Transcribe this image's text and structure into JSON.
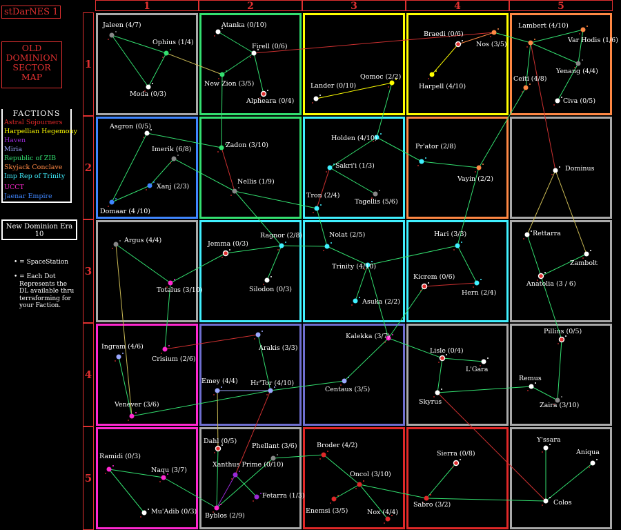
{
  "title": "stDarNES 1",
  "map_title": [
    "OLD",
    "DOMINION",
    "SECTOR",
    "MAP"
  ],
  "factions": {
    "header": "FACTIONS",
    "items": [
      {
        "name": "Astral Sojourners",
        "color": "#e02828"
      },
      {
        "name": "Harpellian Hegemony",
        "color": "#ffff00"
      },
      {
        "name": "Haven",
        "color": "#9a2ad8"
      },
      {
        "name": "Miria",
        "color": "#9ba8ff"
      },
      {
        "name": "Republic of ZIB",
        "color": "#33e070"
      },
      {
        "name": "Skyjack Conclave",
        "color": "#ff8844"
      },
      {
        "name": "Imp Rep of Trinity",
        "color": "#40f0ff"
      },
      {
        "name": "UCCT",
        "color": "#ff28d0"
      },
      {
        "name": "Jaenar Empire",
        "color": "#3f86ff"
      }
    ]
  },
  "era": {
    "label": "New Dominion Era",
    "value": "10"
  },
  "legend": {
    "spacestation": "= SpaceStation",
    "dot_lines": [
      "= Each Dot",
      "Represents the",
      "DL available thru",
      "terraforming for",
      "your Faction."
    ]
  },
  "columns": [
    "1",
    "2",
    "3",
    "4",
    "5"
  ],
  "rows": [
    "1",
    "2",
    "3",
    "4",
    "5"
  ],
  "sector_borders": [
    [
      "#aaaaaa",
      "#33e070",
      "#ffff00",
      "#ffff00",
      "#ff8844"
    ],
    [
      "#3f86ff",
      "#33e070",
      "#40f0ff",
      "#ff8844",
      "#aaaaaa"
    ],
    [
      "#aaaaaa",
      "#40f0ff",
      "#40f0ff",
      "#40f0ff",
      "#aaaaaa"
    ],
    [
      "#ff28d0",
      "#6f6fd0",
      "#6f6fd0",
      "#aaaaaa",
      "#aaaaaa"
    ],
    [
      "#ff28d0",
      "#aaaaaa",
      "#e02828",
      "#e02828",
      "#aaaaaa"
    ]
  ],
  "systems": [
    {
      "name": "Jaleen",
      "label": "Jaleen  (4/7)",
      "color": "#888888"
    },
    {
      "name": "Ophius",
      "label": "Ophius (1/4)",
      "color": "#33e070"
    },
    {
      "name": "Moda",
      "label": "Moda  (0/3)",
      "color": "#ffffff"
    },
    {
      "name": "Atanka",
      "label": "Atanka (0/10)",
      "color": "#ffffff"
    },
    {
      "name": "Firell",
      "label": "Firell (0/6)",
      "color": "#ffffff"
    },
    {
      "name": "New Zion",
      "label": "New Zion (3/5)",
      "color": "#33e070"
    },
    {
      "name": "Alpheara",
      "label": "Alpheara (0/4)",
      "color": "#ffffff"
    },
    {
      "name": "Lander",
      "label": "Lander (0/10)",
      "color": "#ffffff"
    },
    {
      "name": "Qomoc",
      "label": "Qomoc (2/2)",
      "color": "#ffff00"
    },
    {
      "name": "Braedi",
      "label": "Braedi (0/6)",
      "color": "#ffffff"
    },
    {
      "name": "Nos",
      "label": "Nos (3/5)",
      "color": "#ff8844"
    },
    {
      "name": "Harpell",
      "label": "Harpell (4/10)",
      "color": "#ffff00"
    },
    {
      "name": "Lambert",
      "label": "Lambert (4/10)",
      "color": "#ff8844"
    },
    {
      "name": "Var Hodis",
      "label": "Var Hodis (1/6)",
      "color": "#ff8844"
    },
    {
      "name": "Yenang",
      "label": "Yenang (4/4)",
      "color": "#888888"
    },
    {
      "name": "Ceiti",
      "label": "Ceiti (4/8)",
      "color": "#ff8844"
    },
    {
      "name": "Civa",
      "label": "Civa (0/5)",
      "color": "#ffffff"
    },
    {
      "name": "Asgron",
      "label": "Asgron (0/5)",
      "color": "#ffffff"
    },
    {
      "name": "Imerik",
      "label": "Imerik (6/8)",
      "color": "#888888"
    },
    {
      "name": "Xanj",
      "label": "Xanj (2/3)",
      "color": "#3f86ff"
    },
    {
      "name": "Domaar",
      "label": "Domaar (4 /10)",
      "color": "#3f86ff"
    },
    {
      "name": "Zadon",
      "label": "Zadon (3/10)",
      "color": "#33e070"
    },
    {
      "name": "Nellis",
      "label": "Nellis (1/9)",
      "color": "#888888"
    },
    {
      "name": "Holden",
      "label": "Holden (4/10)",
      "color": "#40f0ff"
    },
    {
      "name": "Sakri'i",
      "label": "Sakri'i  (1/3)",
      "color": "#40f0ff"
    },
    {
      "name": "Tron",
      "label": "Tron (2/4)",
      "color": "#40f0ff"
    },
    {
      "name": "Tagellis",
      "label": "Tagellis (5/6)",
      "color": "#888888"
    },
    {
      "name": "Prator",
      "label": "Pr'ator  (2/8)",
      "color": "#40f0ff"
    },
    {
      "name": "Vayin",
      "label": "Vayin  (2/2)",
      "color": "#ff8844"
    },
    {
      "name": "Dominus",
      "label": "Dominus",
      "color": "#ffffff"
    },
    {
      "name": "Argus",
      "label": "Argus  (4/4)",
      "color": "#888888"
    },
    {
      "name": "Totalus",
      "label": "Totalus (3/10)",
      "color": "#ff28d0"
    },
    {
      "name": "Jemma",
      "label": "Jemma (0/3)",
      "color": "#ffffff"
    },
    {
      "name": "Ragnor",
      "label": "Ragnor (2/8)",
      "color": "#40f0ff"
    },
    {
      "name": "Silodon",
      "label": "Silodon (0/3)",
      "color": "#ffffff"
    },
    {
      "name": "Nolat",
      "label": "Nolat (2/5)",
      "color": "#40f0ff"
    },
    {
      "name": "Trinity",
      "label": "Trinity (4/10)",
      "color": "#40f0ff"
    },
    {
      "name": "Asuka",
      "label": "Asuka (2/2)",
      "color": "#40f0ff"
    },
    {
      "name": "Hari",
      "label": "Hari (3/3)",
      "color": "#40f0ff"
    },
    {
      "name": "Kicrem",
      "label": "Kicrem (0/6)",
      "color": "#ffffff"
    },
    {
      "name": "Hern",
      "label": "Hern (2/4)",
      "color": "#40f0ff"
    },
    {
      "name": "Rettarra",
      "label": "Rettarra",
      "color": "#ffffff"
    },
    {
      "name": "Zambolt",
      "label": "Zambolt",
      "color": "#ffffff"
    },
    {
      "name": "Anatolia",
      "label": "Anatolia (3 / 6)",
      "color": "#ffffff"
    },
    {
      "name": "Ingram",
      "label": "Ingram (4/6)",
      "color": "#9ba8ff"
    },
    {
      "name": "Crisium",
      "label": "Crisium (2/6)",
      "color": "#ff28d0"
    },
    {
      "name": "Venever",
      "label": "Venever (3/6)",
      "color": "#ff28d0"
    },
    {
      "name": "Arakis",
      "label": "Arakis (3/3)",
      "color": "#9ba8ff"
    },
    {
      "name": "Emey",
      "label": "Emey (4/4)",
      "color": "#9ba8ff"
    },
    {
      "name": "Hr'Tor",
      "label": "Hr'Tor (4/10)",
      "color": "#9ba8ff"
    },
    {
      "name": "Kalekka",
      "label": "Kalekka (3/7)",
      "color": "#ff28d0"
    },
    {
      "name": "Centaus",
      "label": "Centaus (3/5)",
      "color": "#9ba8ff"
    },
    {
      "name": "Lisle",
      "label": "Lisle  (0/4)",
      "color": "#ffffff"
    },
    {
      "name": "L'Gara",
      "label": "L'Gara",
      "color": "#ffffff"
    },
    {
      "name": "Skyrus",
      "label": "Skyrus",
      "color": "#ffffff"
    },
    {
      "name": "Pillius",
      "label": "Pillius (0/5)",
      "color": "#ffffff"
    },
    {
      "name": "Remus",
      "label": "Remus",
      "color": "#ffffff"
    },
    {
      "name": "Zaira",
      "label": "Zaira (3/10)",
      "color": "#888888"
    },
    {
      "name": "Ramidi",
      "label": "Ramidi (0/3)",
      "color": "#ff28d0"
    },
    {
      "name": "Naqu",
      "label": "Naqu  (3/7)",
      "color": "#ff28d0"
    },
    {
      "name": "Mu'Adib",
      "label": "Mu'Adib (0/3)",
      "color": "#ffffff"
    },
    {
      "name": "Dahl",
      "label": "Dahl (0/5)",
      "color": "#ffffff"
    },
    {
      "name": "Xanthus Prime",
      "label": "Xanthus Prime (0/10)",
      "color": "#9a2ad8"
    },
    {
      "name": "Phellant",
      "label": "Phellant (3/6)",
      "color": "#888888"
    },
    {
      "name": "Fetarra",
      "label": "Fetarra (1/3)",
      "color": "#9a2ad8"
    },
    {
      "name": "Byblos",
      "label": "Byblos (2/9)",
      "color": "#ff28d0"
    },
    {
      "name": "Broder",
      "label": "Broder (4/2)",
      "color": "#e02828"
    },
    {
      "name": "Oncol",
      "label": "Oncol (3/10)",
      "color": "#e02828"
    },
    {
      "name": "Enemsi",
      "label": "Enemsi (3/5)",
      "color": "#e02828"
    },
    {
      "name": "Nox",
      "label": "Nox (4/4)",
      "color": "#e02828"
    },
    {
      "name": "Sierra",
      "label": "Sierra (0/8)",
      "color": "#ffffff"
    },
    {
      "name": "Sabro",
      "label": "Sabro (3/2)",
      "color": "#e02828"
    },
    {
      "name": "Y'ssara",
      "label": "Y'ssara",
      "color": "#ffffff"
    },
    {
      "name": "Aniqua",
      "label": "Aniqua",
      "color": "#ffffff"
    },
    {
      "name": "Colos",
      "label": "Colos",
      "color": "#ffffff"
    }
  ],
  "links": [
    {
      "a": "Jaleen",
      "b": "Ophius",
      "color": "#33e070"
    },
    {
      "a": "Jaleen",
      "b": "Moda",
      "color": "#33e070"
    },
    {
      "a": "Ophius",
      "b": "Moda",
      "color": "#33e070"
    },
    {
      "a": "Ophius",
      "b": "New Zion",
      "color": "#ccbb55"
    },
    {
      "a": "Atanka",
      "b": "Firell",
      "color": "#33e070"
    },
    {
      "a": "Firell",
      "b": "New Zion",
      "color": "#33e070"
    },
    {
      "a": "Firell",
      "b": "Alpheara",
      "color": "#33e070"
    },
    {
      "a": "Firell",
      "b": "Nos",
      "color": "#cc3030"
    },
    {
      "a": "New Zion",
      "b": "Zadon",
      "color": "#33e070"
    },
    {
      "a": "Lander",
      "b": "Qomoc",
      "color": "#ffff00"
    },
    {
      "a": "Qomoc",
      "b": "Holden",
      "color": "#33e070"
    },
    {
      "a": "Braedi",
      "b": "Harpell",
      "color": "#ffff00"
    },
    {
      "a": "Braedi",
      "b": "Nos",
      "color": "#ff8844"
    },
    {
      "a": "Nos",
      "b": "Lambert",
      "color": "#33e070"
    },
    {
      "a": "Lambert",
      "b": "Var Hodis",
      "color": "#33e070"
    },
    {
      "a": "Lambert",
      "b": "Yenang",
      "color": "#33e070"
    },
    {
      "a": "Lambert",
      "b": "Ceiti",
      "color": "#33e070"
    },
    {
      "a": "Lambert",
      "b": "Dominus",
      "color": "#cc3030"
    },
    {
      "a": "Ceiti",
      "b": "Vayin",
      "color": "#33e070"
    },
    {
      "a": "Yenang",
      "b": "Civa",
      "color": "#33e070"
    },
    {
      "a": "Var Hodis",
      "b": "Yenang",
      "color": "#33e070"
    },
    {
      "a": "Asgron",
      "b": "Domaar",
      "color": "#33e070"
    },
    {
      "a": "Asgron",
      "b": "Zadon",
      "color": "#33e070"
    },
    {
      "a": "Imerik",
      "b": "Xanj",
      "color": "#33e070"
    },
    {
      "a": "Imerik",
      "b": "Nellis",
      "color": "#33e070"
    },
    {
      "a": "Xanj",
      "b": "Domaar",
      "color": "#33e070"
    },
    {
      "a": "Zadon",
      "b": "Nellis",
      "color": "#cc3030"
    },
    {
      "a": "Nellis",
      "b": "Tron",
      "color": "#33e070"
    },
    {
      "a": "Nellis",
      "b": "Ragnor",
      "color": "#33e070"
    },
    {
      "a": "Holden",
      "b": "Sakri'i",
      "color": "#33e070"
    },
    {
      "a": "Holden",
      "b": "Prator",
      "color": "#33e070"
    },
    {
      "a": "Sakri'i",
      "b": "Tagellis",
      "color": "#33e070"
    },
    {
      "a": "Sakri'i",
      "b": "Tron",
      "color": "#cc3030"
    },
    {
      "a": "Tron",
      "b": "Nolat",
      "color": "#33e070"
    },
    {
      "a": "Prator",
      "b": "Vayin",
      "color": "#33e070"
    },
    {
      "a": "Vayin",
      "b": "Hari",
      "color": "#33e070"
    },
    {
      "a": "Dominus",
      "b": "Rettarra",
      "color": "#ccbb55"
    },
    {
      "a": "Dominus",
      "b": "Zambolt",
      "color": "#ccbb55"
    },
    {
      "a": "Argus",
      "b": "Totalus",
      "color": "#33e070"
    },
    {
      "a": "Argus",
      "b": "Venever",
      "color": "#ccbb55"
    },
    {
      "a": "Totalus",
      "b": "Jemma",
      "color": "#33e070"
    },
    {
      "a": "Totalus",
      "b": "Crisium",
      "color": "#33e070"
    },
    {
      "a": "Jemma",
      "b": "Ragnor",
      "color": "#33e070"
    },
    {
      "a": "Ragnor",
      "b": "Silodon",
      "color": "#33e070"
    },
    {
      "a": "Ragnor",
      "b": "Nolat",
      "color": "#33e070"
    },
    {
      "a": "Nolat",
      "b": "Trinity",
      "color": "#33e070"
    },
    {
      "a": "Trinity",
      "b": "Asuka",
      "color": "#33e070"
    },
    {
      "a": "Trinity",
      "b": "Hari",
      "color": "#33e070"
    },
    {
      "a": "Trinity",
      "b": "Kalekka",
      "color": "#33e070"
    },
    {
      "a": "Hari",
      "b": "Hern",
      "color": "#33e070"
    },
    {
      "a": "Kicrem",
      "b": "Hern",
      "color": "#cc3030"
    },
    {
      "a": "Kicrem",
      "b": "Kalekka",
      "color": "#33e070"
    },
    {
      "a": "Rettarra",
      "b": "Anatolia",
      "color": "#33e070"
    },
    {
      "a": "Zambolt",
      "b": "Anatolia",
      "color": "#33e070"
    },
    {
      "a": "Anatolia",
      "b": "Pillius",
      "color": "#33e070"
    },
    {
      "a": "Ingram",
      "b": "Venever",
      "color": "#33e070"
    },
    {
      "a": "Crisium",
      "b": "Arakis",
      "color": "#cc3030"
    },
    {
      "a": "Venever",
      "b": "Hr'Tor",
      "color": "#33e070"
    },
    {
      "a": "Arakis",
      "b": "Hr'Tor",
      "color": "#33e070"
    },
    {
      "a": "Emey",
      "b": "Hr'Tor",
      "color": "#9ba8ff"
    },
    {
      "a": "Emey",
      "b": "Dahl",
      "color": "#ccbb55"
    },
    {
      "a": "Hr'Tor",
      "b": "Centaus",
      "color": "#33e070"
    },
    {
      "a": "Hr'Tor",
      "b": "Xanthus Prime",
      "color": "#cc3030"
    },
    {
      "a": "Kalekka",
      "b": "Centaus",
      "color": "#33e070"
    },
    {
      "a": "Kalekka",
      "b": "Lisle",
      "color": "#33e070"
    },
    {
      "a": "Lisle",
      "b": "L'Gara",
      "color": "#33e070"
    },
    {
      "a": "Lisle",
      "b": "Skyrus",
      "color": "#33e070"
    },
    {
      "a": "Skyrus",
      "b": "Remus",
      "color": "#33e070"
    },
    {
      "a": "Skyrus",
      "b": "Colos",
      "color": "#cc3030"
    },
    {
      "a": "Pillius",
      "b": "Zaira",
      "color": "#33e070"
    },
    {
      "a": "Remus",
      "b": "Zaira",
      "color": "#33e070"
    },
    {
      "a": "Ramidi",
      "b": "Naqu",
      "color": "#33e070"
    },
    {
      "a": "Ramidi",
      "b": "Mu'Adib",
      "color": "#33e070"
    },
    {
      "a": "Naqu",
      "b": "Byblos",
      "color": "#33e070"
    },
    {
      "a": "Dahl",
      "b": "Byblos",
      "color": "#33e070"
    },
    {
      "a": "Xanthus Prime",
      "b": "Byblos",
      "color": "#9a2ad8"
    },
    {
      "a": "Xanthus Prime",
      "b": "Fetarra",
      "color": "#33e070"
    },
    {
      "a": "Byblos",
      "b": "Phellant",
      "color": "#33e070"
    },
    {
      "a": "Phellant",
      "b": "Broder",
      "color": "#33e070"
    },
    {
      "a": "Broder",
      "b": "Oncol",
      "color": "#33e070"
    },
    {
      "a": "Oncol",
      "b": "Enemsi",
      "color": "#33e070"
    },
    {
      "a": "Oncol",
      "b": "Nox",
      "color": "#33e070"
    },
    {
      "a": "Oncol",
      "b": "Sabro",
      "color": "#33e070"
    },
    {
      "a": "Sabro",
      "b": "Sierra",
      "color": "#33e070"
    },
    {
      "a": "Sabro",
      "b": "Colos",
      "color": "#33e070"
    },
    {
      "a": "Colos",
      "b": "Y'ssara",
      "color": "#33e070"
    },
    {
      "a": "Colos",
      "b": "Aniqua",
      "color": "#33e070"
    }
  ]
}
